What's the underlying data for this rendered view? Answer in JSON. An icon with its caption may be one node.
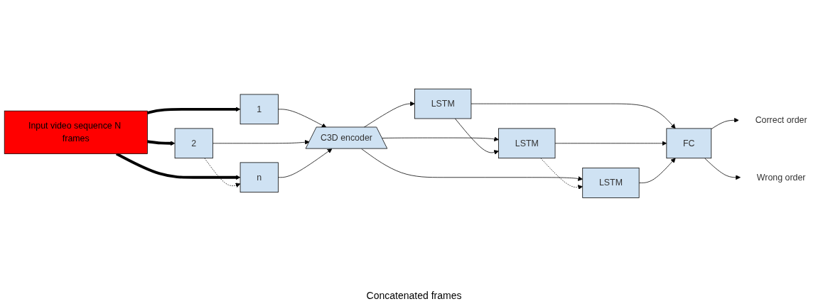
{
  "diagram": {
    "nodes": [
      {
        "text": [
          "Input video sequence N frames"
        ]
      },
      {
        "text": [
          "1"
        ]
      },
      {
        "text": [
          "2"
        ]
      },
      {
        "text": [
          "n"
        ]
      },
      {
        "text": [
          "C3D encoder"
        ]
      },
      {
        "text": [
          "LSTM"
        ]
      },
      {
        "text": [
          "LSTM"
        ]
      },
      {
        "text": [
          "LSTM"
        ]
      },
      {
        "text": [
          "FC"
        ]
      },
      {
        "text": [
          "Correct order"
        ]
      },
      {
        "text": [
          "Wrong order"
        ]
      }
    ],
    "edges": [
      {
        "from": 0,
        "to": 1,
        "arrow": "to",
        "style": "thick"
      },
      {
        "from": 0,
        "to": 2,
        "arrow": "to",
        "style": "thick"
      },
      {
        "from": 0,
        "to": 3,
        "arrow": "to",
        "style": "thick"
      },
      {
        "from": 1,
        "to": 4,
        "arrow": "to"
      },
      {
        "from": 2,
        "to": 4,
        "arrow": "to"
      },
      {
        "from": 3,
        "to": 4,
        "arrow": "to"
      },
      {
        "from": 2,
        "to": 3,
        "arrow": "to",
        "style": "dashed"
      },
      {
        "from": 4,
        "to": 5,
        "arrow": "to"
      },
      {
        "from": 4,
        "to": 6,
        "arrow": "to"
      },
      {
        "from": 4,
        "to": 7,
        "arrow": "to"
      },
      {
        "from": 5,
        "to": 6,
        "arrow": "to"
      },
      {
        "from": 6,
        "to": 7,
        "arrow": "to",
        "style": "dashed"
      },
      {
        "from": 5,
        "to": 8,
        "arrow": "to"
      },
      {
        "from": 6,
        "to": 8,
        "arrow": "to"
      },
      {
        "from": 7,
        "to": 8,
        "arrow": "to"
      },
      {
        "from": 8,
        "to": 9,
        "arrow": "to"
      },
      {
        "from": 8,
        "to": 10,
        "arrow": "to"
      }
    ],
    "labels": [
      "Concatenated frames"
    ]
  }
}
